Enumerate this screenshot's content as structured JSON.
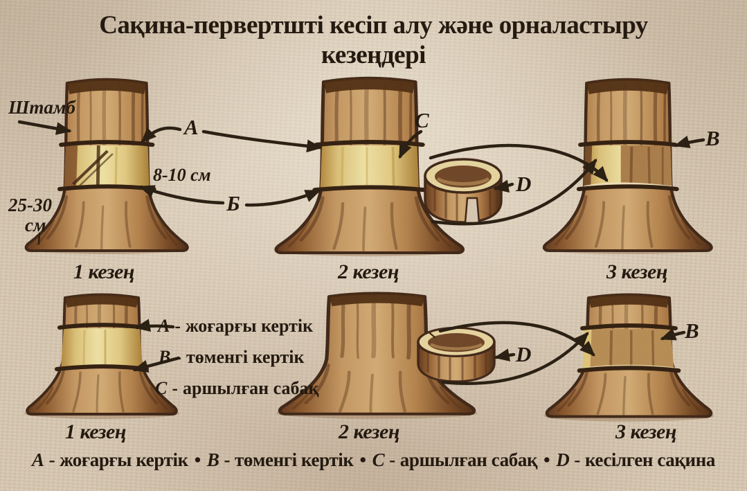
{
  "title_line1": "Сақина-первертшті кесіп алу және орналастыру",
  "title_line2": "кезеңдері",
  "colors": {
    "paper": "#d6c6af",
    "ink": "#241a10",
    "bark": "#a97a44",
    "bark_dark": "#4c280e",
    "exposed_wood": "#f0e2a2",
    "cut_line": "#2c1808"
  },
  "punct": {
    "dash": "-",
    "bullet": "•"
  },
  "annotations": {
    "shtamb": "Штамб",
    "band_width": "8-10 см",
    "trunk_height_1": "25-30",
    "trunk_height_2": "см"
  },
  "markers": {
    "top_a": "А",
    "top_b": "Б",
    "top_c": "С",
    "top_d": "D",
    "top_v": "В",
    "bottom_d": "D",
    "bottom_v": "В"
  },
  "stages_top": [
    "1 кезең",
    "2 кезең",
    "3 кезең"
  ],
  "stages_bottom": [
    "1 кезең",
    "2 кезең",
    "3 кезең"
  ],
  "legend_side": [
    {
      "key": "А",
      "desc": "жоғарғы кертік"
    },
    {
      "key": "В",
      "desc": "төменгі кертік"
    },
    {
      "key": "С",
      "desc": "аршылған сабақ"
    }
  ],
  "footer": [
    {
      "key": "А",
      "desc": "жоғарғы кертік"
    },
    {
      "key": "В",
      "desc": "төменгі кертік"
    },
    {
      "key": "С",
      "desc": "аршылған сабақ"
    },
    {
      "key": "D",
      "desc": "кесілген сақина"
    }
  ]
}
